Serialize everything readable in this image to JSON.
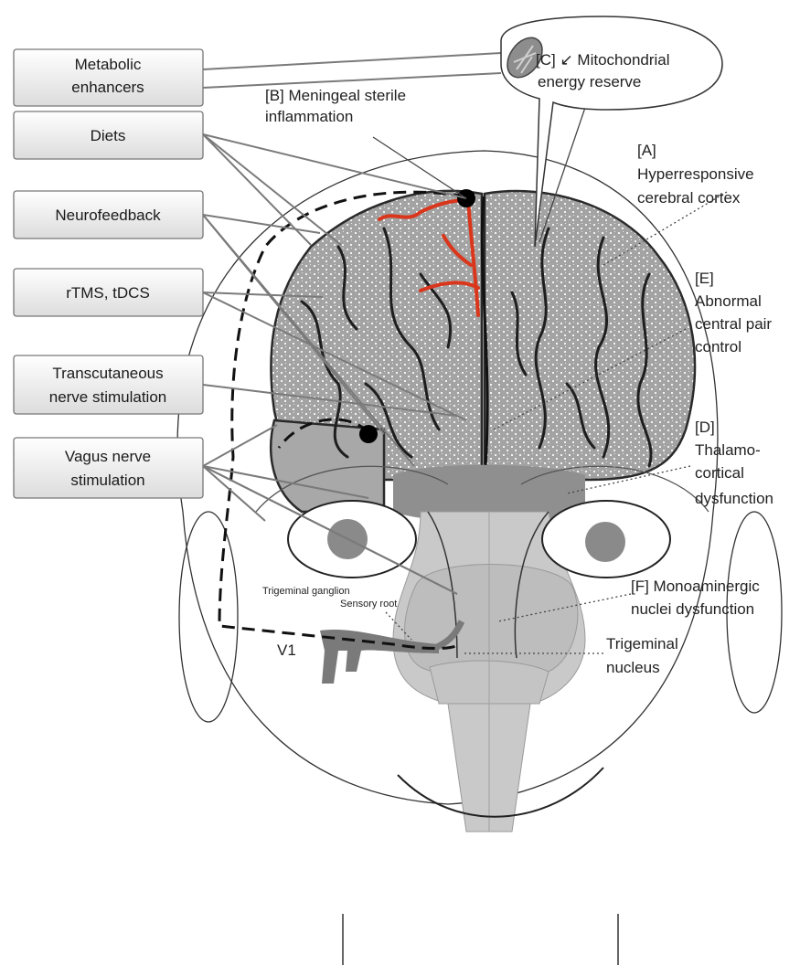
{
  "therapies": [
    {
      "id": "metabolic",
      "lines": [
        "Metabolic",
        "enhancers"
      ]
    },
    {
      "id": "diets",
      "lines": [
        "Diets"
      ]
    },
    {
      "id": "neurofeedback",
      "lines": [
        "Neurofeedback"
      ]
    },
    {
      "id": "rtms",
      "lines": [
        "rTMS, tDCS"
      ]
    },
    {
      "id": "transcutaneous",
      "lines": [
        "Transcutaneous",
        "nerve stimulation"
      ]
    },
    {
      "id": "vagus",
      "lines": [
        "Vagus nerve",
        "stimulation"
      ]
    }
  ],
  "mechanisms": {
    "a": [
      "[A]",
      "Hyperresponsive",
      "cerebral cortex"
    ],
    "b": [
      "[B] Meningeal sterile",
      "inflammation"
    ],
    "c": [
      "[C] ↙ Mitochondrial",
      "energy reserve"
    ],
    "d": [
      "[D]",
      "Thalamo-",
      "cortical",
      "dysfunction"
    ],
    "e": [
      "[E]",
      "Abnormal",
      "central pair",
      "control"
    ],
    "f": [
      "[F] Monoaminergic",
      "nuclei dysfunction"
    ],
    "trigeminal_nucleus": [
      "Trigeminal",
      "nucleus"
    ]
  },
  "anatomy": {
    "ganglion": "Trigeminal ganglion",
    "sensory_root": "Sensory root",
    "v1": "V1"
  },
  "colors": {
    "vessel": "#d9361c",
    "brain": "#9a9a9a",
    "brainstem": "#c4c4c4"
  }
}
